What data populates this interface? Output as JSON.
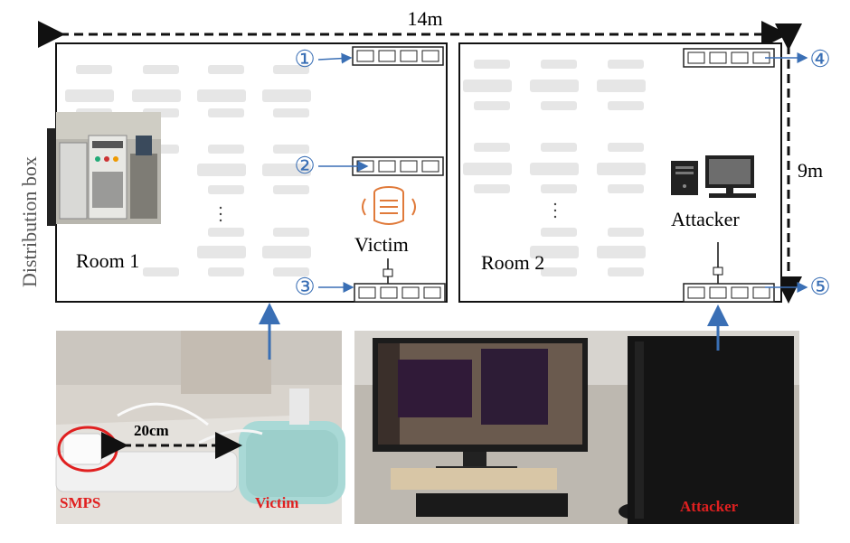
{
  "dimensions": {
    "width_label": "14m",
    "height_label": "9m"
  },
  "side_label": "Distribution box",
  "rooms": [
    {
      "label": "Room 1"
    },
    {
      "label": "Room 2"
    }
  ],
  "devices": {
    "victim": "Victim",
    "attacker": "Attacker"
  },
  "outlet_markers": [
    "①",
    "②",
    "③",
    "④",
    "⑤"
  ],
  "photos": {
    "left": {
      "distance": "20cm",
      "smps": "SMPS",
      "victim": "Victim"
    },
    "right": {
      "attacker": "Attacker"
    }
  },
  "colors": {
    "marker_blue": "#3a6fb5",
    "label_red": "#e02020",
    "ring_red": "#e02020",
    "victim_orange": "#e07a3a"
  }
}
